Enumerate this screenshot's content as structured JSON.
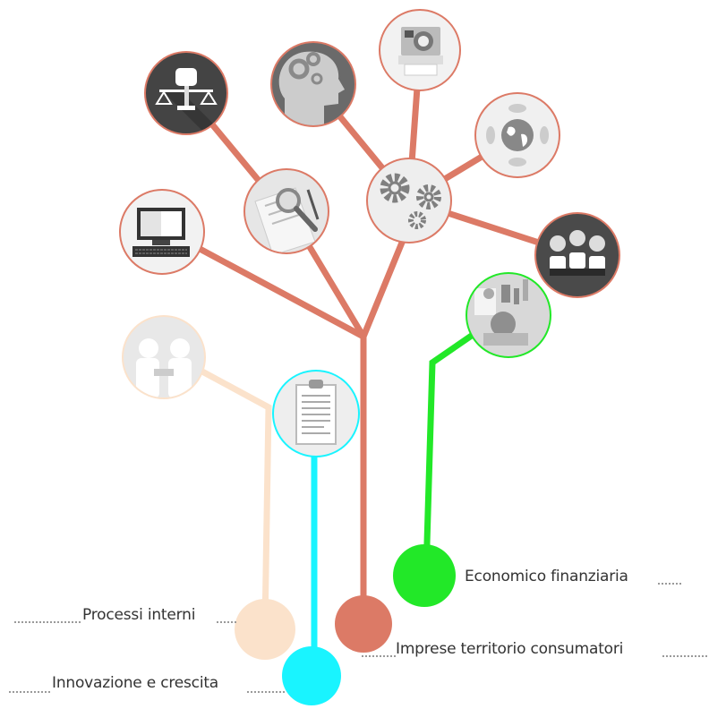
{
  "colors": {
    "branch": "#dc7a66",
    "innovazione": "#19f4ff",
    "processi": "#fbe2cb",
    "economico": "#22e828",
    "icon_ring": "#dc7a66"
  },
  "labels": {
    "economico": "Economico finanziaria",
    "processi": "Processi interni",
    "imprese": "Imprese territorio consumatori",
    "innovazione": "Innovazione e crescita"
  },
  "icons": [
    "scales-fist-icon",
    "head-gears-icon",
    "camera-icon",
    "globe-leaves-icon",
    "computer-icon",
    "magnifier-document-icon",
    "gears-icon",
    "lightbulb-people-icon",
    "finance-chart-icon",
    "handshake-icon",
    "clipboard-icon"
  ]
}
